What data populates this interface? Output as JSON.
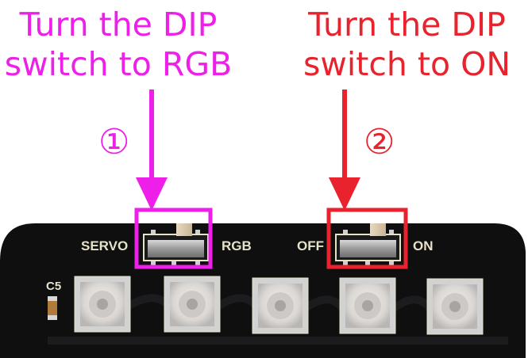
{
  "annotations": {
    "left": {
      "line1": "Turn the DIP",
      "line2": "switch to RGB",
      "step": "①",
      "color": "#ee1fe9"
    },
    "right": {
      "line1": "Turn the DIP",
      "line2": "switch to ON",
      "step": "②",
      "color": "#e8232d"
    }
  },
  "board": {
    "silkscreen": {
      "servo": "SERVO",
      "rgb": "RGB",
      "off": "OFF",
      "on": "ON",
      "capacitor": "C5"
    },
    "led_count": 5,
    "colors": {
      "pcb": "#0f0f10",
      "silk": "#e6e2c8"
    }
  }
}
